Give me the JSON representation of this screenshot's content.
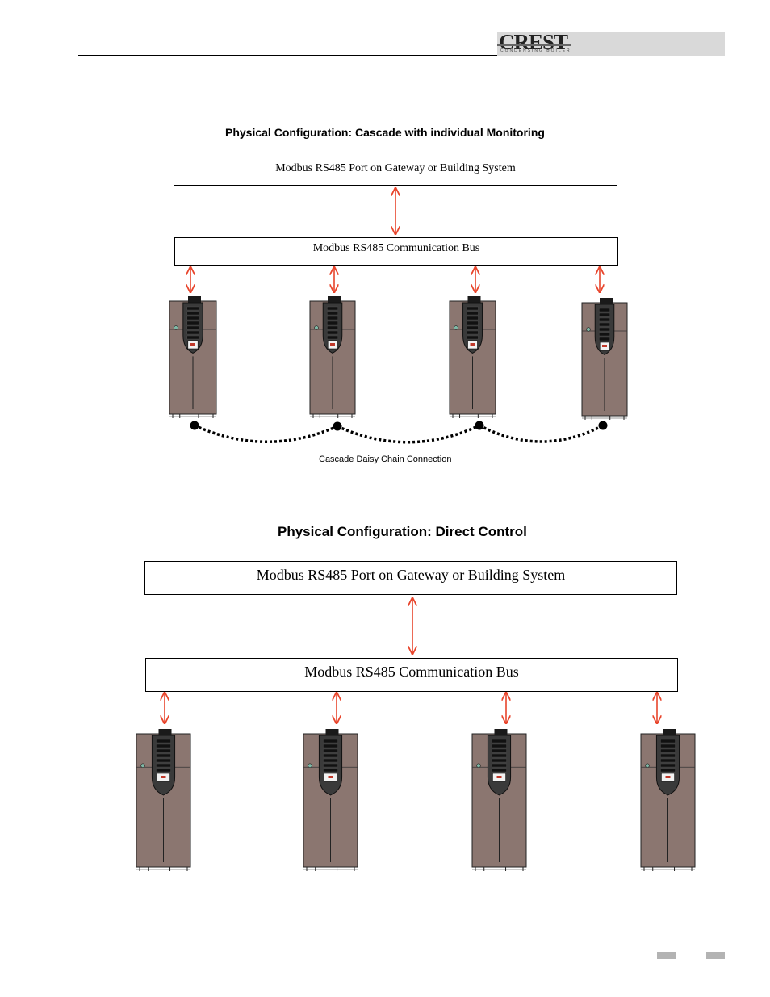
{
  "header": {
    "brand": "CREST",
    "brand_sub": "CONDENSING BOILER"
  },
  "figure1": {
    "title": "Physical Configuration:  Cascade with individual Monitoring",
    "gateway_box": "Modbus RS485 Port on Gateway or Building System",
    "bus_box": "Modbus RS485 Communication Bus",
    "daisy_chain_label": "Cascade Daisy Chain Connection",
    "boiler_count": 4
  },
  "figure2": {
    "title": "Physical Configuration:  Direct Control",
    "gateway_box": "Modbus RS485 Port on Gateway or Building System",
    "bus_box": "Modbus RS485 Communication Bus",
    "boiler_count": 4
  },
  "colors": {
    "arrow": "#e8452c",
    "boiler_body": "#8b7670",
    "boiler_panel": "#3a3a3a",
    "page_tab": "#b3b3b3"
  }
}
